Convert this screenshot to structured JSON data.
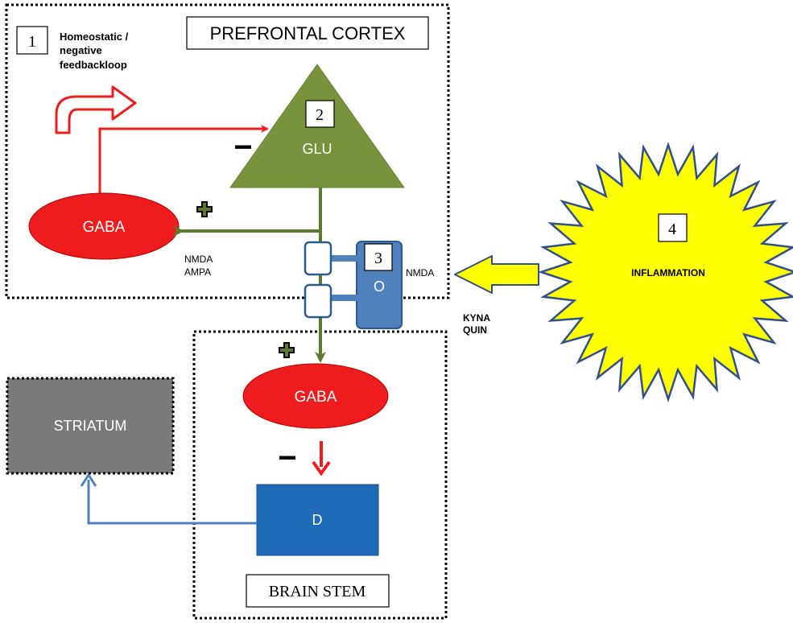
{
  "prefrontal": {
    "title": "PREFRONTAL CORTEX",
    "label_1": "1",
    "feedback_line1": "Homeostatic /",
    "feedback_line2": "negative",
    "feedback_line3": "feedbackloop",
    "glu_number": "2",
    "glu_label": "GLU",
    "gaba_label": "GABA",
    "minus_sign": "−",
    "plus_sign": "+",
    "nmda_label": "NMDA",
    "ampa_label": "AMPA"
  },
  "receptor": {
    "number": "3",
    "label": "O",
    "nmda_label": "NMDA"
  },
  "inflammation": {
    "number": "4",
    "label": "INFLAMMATION",
    "kyna": "KYNA",
    "quin": "QUIN"
  },
  "brainstem": {
    "title": "BRAIN STEM",
    "gaba_label": "GABA",
    "plus_sign": "+",
    "minus_sign": "−",
    "d_label": "D"
  },
  "striatum": {
    "label": "STRIATUM"
  },
  "colors": {
    "red": "#ee1c1c",
    "green": "#5b7a2e",
    "blue": "#1f6bb8",
    "gray": "#7a7a7a",
    "yellow": "#ffff00"
  }
}
